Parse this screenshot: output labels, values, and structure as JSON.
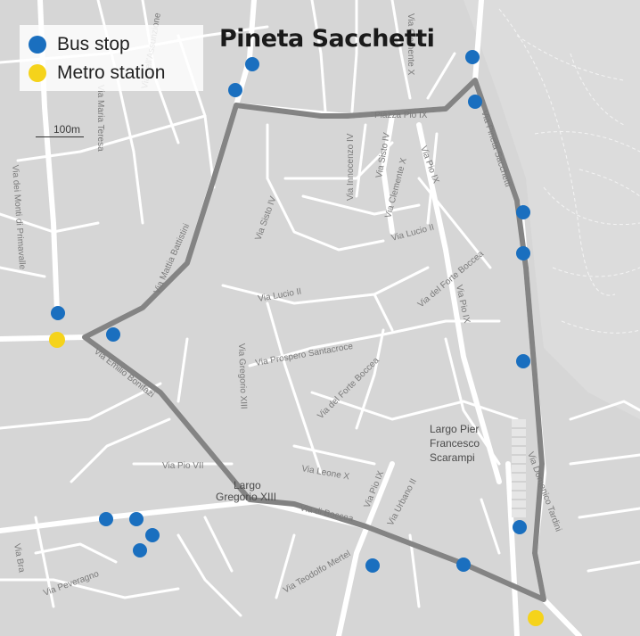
{
  "title": "Pineta Sacchetti",
  "legend": {
    "bus_stop": {
      "label": "Bus stop",
      "color": "#1a6fbf"
    },
    "metro_station": {
      "label": "Metro station",
      "color": "#f5d31b"
    }
  },
  "scale_label": "100m",
  "streets": {
    "piazza_pio_ix": "Piazza Pio IX",
    "via_clemente_x_top": "Via Clemente X",
    "via_pineta_sacchetti": "Via Pineta Sacchetti",
    "via_maria_teresa": "Via Maria Teresa",
    "via_dell_assunzione": "Via dell'Assunzione",
    "via_dei_monti_di_primavalle": "Via dei Monti di Primavalle",
    "via_innocenzo_iv": "Via Innocenzo IV",
    "via_sisto_iv_a": "Via Sisto IV",
    "via_sisto_iv_b": "Via Sisto IV",
    "via_clemente_x": "Via Clemente X",
    "via_pio_ix_a": "Via Pio IX",
    "via_lucio_ii_a": "Via Lucio II",
    "via_lucio_ii_b": "Via Lucio II",
    "via_mattia_battistini": "Via Mattia Battistini",
    "via_del_forte_boccea_a": "Via del Forte Boccea",
    "via_pio_ix_b": "Via Pio IX",
    "via_prospero_santacroce": "Via Prospero Santacroce",
    "via_del_forte_boccea_b": "Via del Forte Boccea",
    "via_emilio_bonifazi": "Via Emilio Bonifazi",
    "via_gregorio_xiii": "Via Gregorio XIII",
    "via_pio_vii": "Via Pio VII",
    "via_leone_x": "Via Leone X",
    "via_pio_ix_c": "Via Pio IX",
    "via_urbano_ii": "Via Urbano II",
    "via_di_boccea": "Via di Boccea",
    "via_domenico_tardini": "Via Domenico Tardini",
    "via_teodolfo_mertel": "Via Teodolfo Mertel",
    "via_peveragno": "Via Peveragno",
    "via_bra": "Via Bra"
  },
  "places": {
    "largo_pier_line1": "Largo Pier",
    "largo_pier_line2": "Francesco",
    "largo_pier_line3": "Scarampi",
    "largo_gregorio_line1": "Largo",
    "largo_gregorio_line2": "Gregorio XIII"
  }
}
